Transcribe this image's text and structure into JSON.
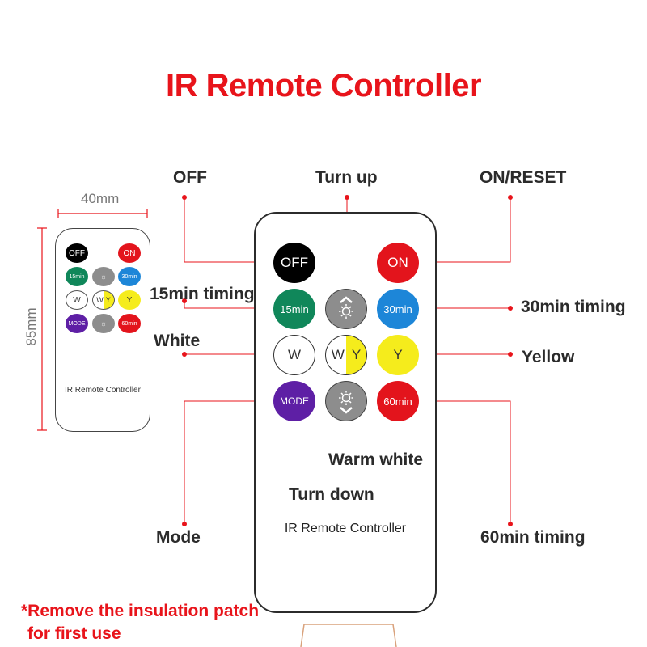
{
  "title": "IR Remote Controller",
  "labels": {
    "off": "OFF",
    "turn_up": "Turn up",
    "on_reset": "ON/RESET",
    "min15_timing": "15min timing",
    "min30_timing": "30min timing",
    "white": "White",
    "yellow": "Yellow",
    "warm_white": "Warm white",
    "turn_down": "Turn down",
    "mode": "Mode",
    "min60_timing": "60min timing"
  },
  "note": {
    "line1": "*Remove the insulation patch",
    "line2": "for first use"
  },
  "dimensions": {
    "width": "40mm",
    "height": "85mm"
  },
  "remote": {
    "caption": "IR Remote Controller",
    "buttons": {
      "off": "OFF",
      "on": "ON",
      "min15": "15min",
      "min30": "30min",
      "w": "W",
      "wy_w": "W",
      "wy_y": "Y",
      "y": "Y",
      "mode": "MODE",
      "min60": "60min"
    }
  },
  "colors": {
    "title": "#e8141b",
    "leader": "#e8141b",
    "off": "#000000",
    "on": "#e3141c",
    "min15": "#10875a",
    "min30": "#1d86d8",
    "yellow": "#f5ec1c",
    "mode": "#5e1fa5",
    "min60": "#e3141c",
    "gray": "#8d8d8d"
  }
}
